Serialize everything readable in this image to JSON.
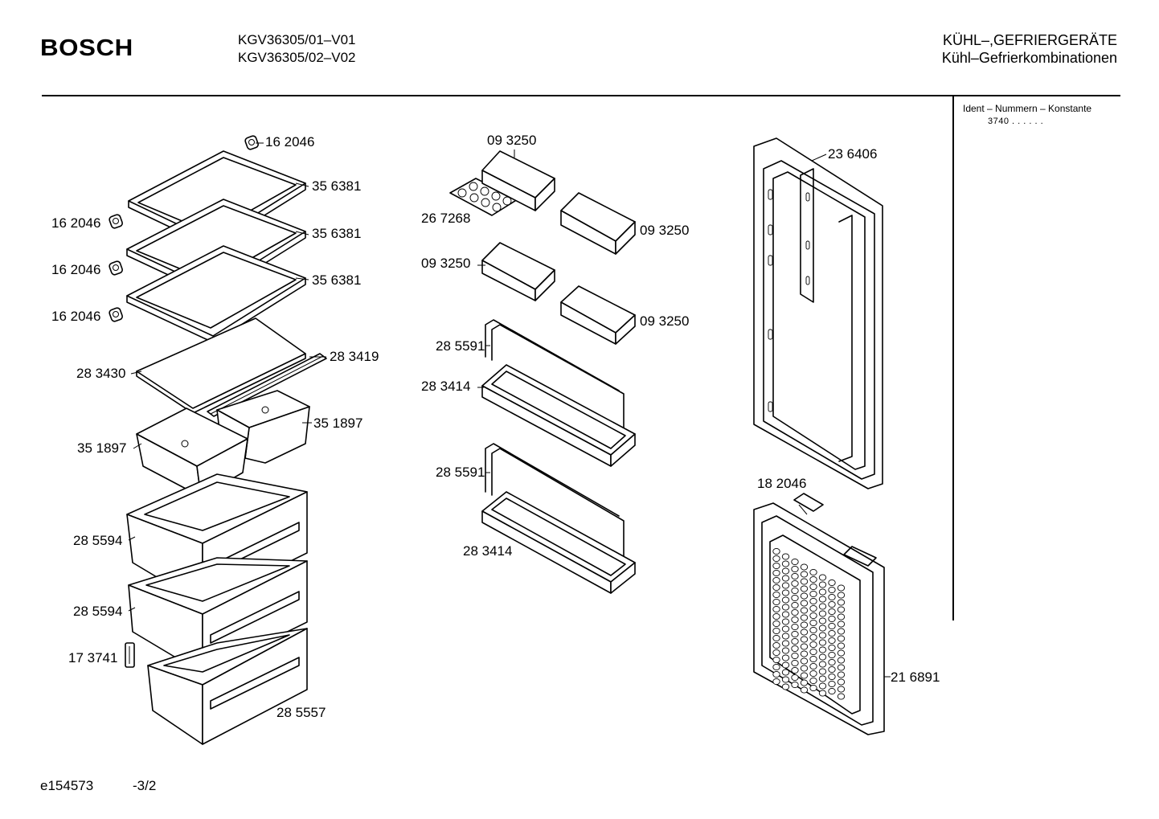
{
  "header": {
    "brand": "BOSCH",
    "models": [
      "KGV36305/01–V01",
      "KGV36305/02–V02"
    ],
    "category": "KÜHL–,GEFRIERGERÄTE",
    "subcategory": "Kühl–Gefrierkombinationen"
  },
  "ident": {
    "title": "Ident – Nummern – Konstante",
    "value": "3740  .  .    .  .  .  ."
  },
  "footer": {
    "code": "e154573",
    "page": "-3/2"
  },
  "parts": [
    {
      "id": "p01",
      "number": "16 2046"
    },
    {
      "id": "p02",
      "number": "35 6381"
    },
    {
      "id": "p03",
      "number": "16 2046"
    },
    {
      "id": "p04",
      "number": "35 6381"
    },
    {
      "id": "p05",
      "number": "16 2046"
    },
    {
      "id": "p06",
      "number": "35 6381"
    },
    {
      "id": "p07",
      "number": "16 2046"
    },
    {
      "id": "p08",
      "number": "28 3419"
    },
    {
      "id": "p09",
      "number": "28 3430"
    },
    {
      "id": "p10",
      "number": "35 1897"
    },
    {
      "id": "p11",
      "number": "35 1897"
    },
    {
      "id": "p12",
      "number": "28 5594"
    },
    {
      "id": "p13",
      "number": "28 5594"
    },
    {
      "id": "p14",
      "number": "17 3741"
    },
    {
      "id": "p15",
      "number": "28 5557"
    },
    {
      "id": "p16",
      "number": "09 3250"
    },
    {
      "id": "p17",
      "number": "26 7268"
    },
    {
      "id": "p18",
      "number": "09 3250"
    },
    {
      "id": "p19",
      "number": "09 3250"
    },
    {
      "id": "p20",
      "number": "09 3250"
    },
    {
      "id": "p21",
      "number": "28 5591"
    },
    {
      "id": "p22",
      "number": "28 3414"
    },
    {
      "id": "p23",
      "number": "28 5591"
    },
    {
      "id": "p24",
      "number": "28 3414"
    },
    {
      "id": "p25",
      "number": "23 6406"
    },
    {
      "id": "p26",
      "number": "18 2046"
    },
    {
      "id": "p27",
      "number": "21 6891"
    }
  ]
}
